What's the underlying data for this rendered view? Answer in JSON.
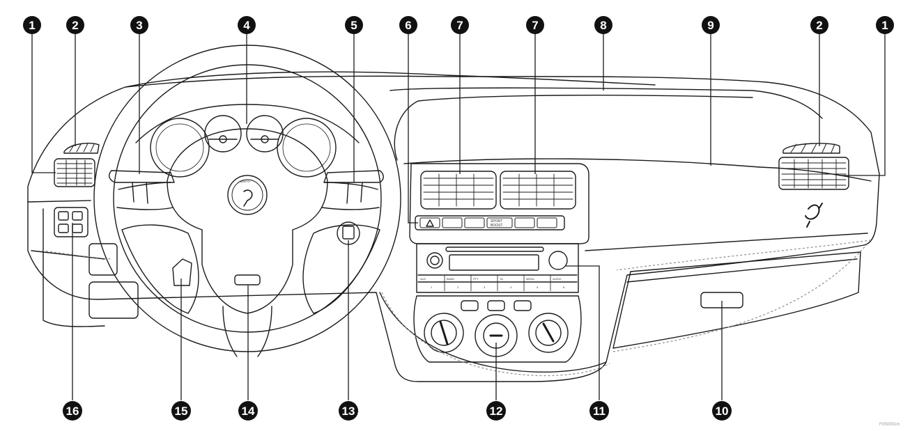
{
  "callouts": [
    "1",
    "2",
    "3",
    "4",
    "5",
    "6",
    "7",
    "7",
    "8",
    "9",
    "2",
    "1",
    "16",
    "15",
    "14",
    "13",
    "12",
    "11",
    "10"
  ],
  "colors": {
    "line": "#1a1a1a",
    "callout_fill": "#111111",
    "callout_text": "#ffffff",
    "stitch": "#8c8c8c"
  },
  "badge_text": "ABARTH",
  "switch_labels": [
    "SPORT",
    "BOOST"
  ],
  "radio_top_labels": [
    "AUX",
    "BAND",
    "PTY",
    "TA",
    "MENU",
    "AUDIO"
  ],
  "radio_bottom_labels": [
    "1",
    "2",
    "3",
    "4",
    "5",
    "6"
  ],
  "image_code": "F0S0001m"
}
